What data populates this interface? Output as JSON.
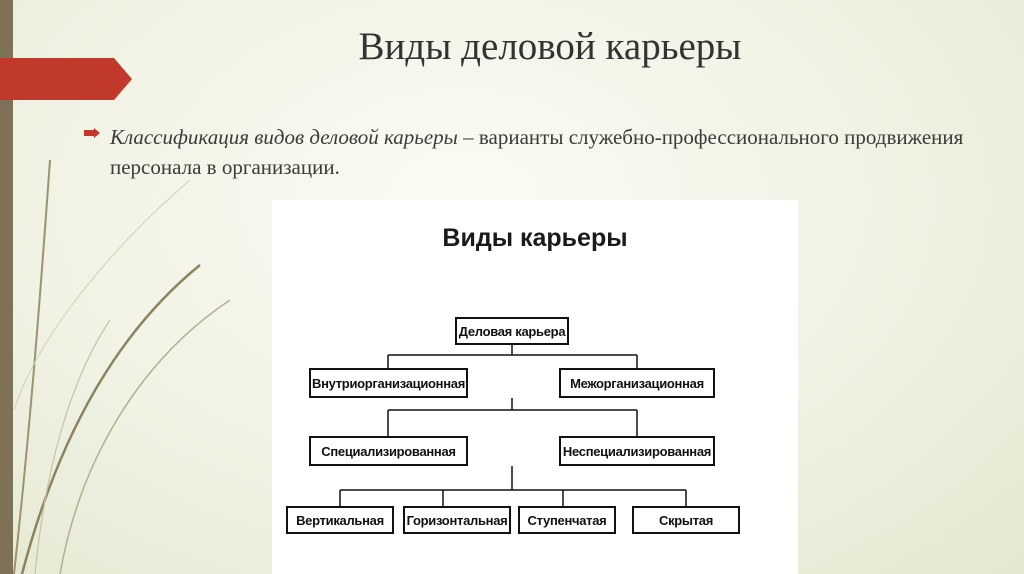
{
  "slide": {
    "title": "Виды деловой карьеры",
    "bullet_term": "Классификация видов деловой карьеры",
    "bullet_rest": " – варианты служебно-профессионального продвижения персонала в организации."
  },
  "diagram": {
    "title": "Виды карьеры",
    "root": "Деловая карьера",
    "level1": [
      "Внутриорганизационная",
      "Межорганизационная"
    ],
    "level2": [
      "Специализированная",
      "Неспециализированная"
    ],
    "level3": [
      "Вертикальная",
      "Горизонтальная",
      "Ступенчатая",
      "Скрытая"
    ]
  },
  "colors": {
    "accent_red": "#c0392b",
    "side_bar": "#7d7158",
    "line_color": "#111111"
  }
}
